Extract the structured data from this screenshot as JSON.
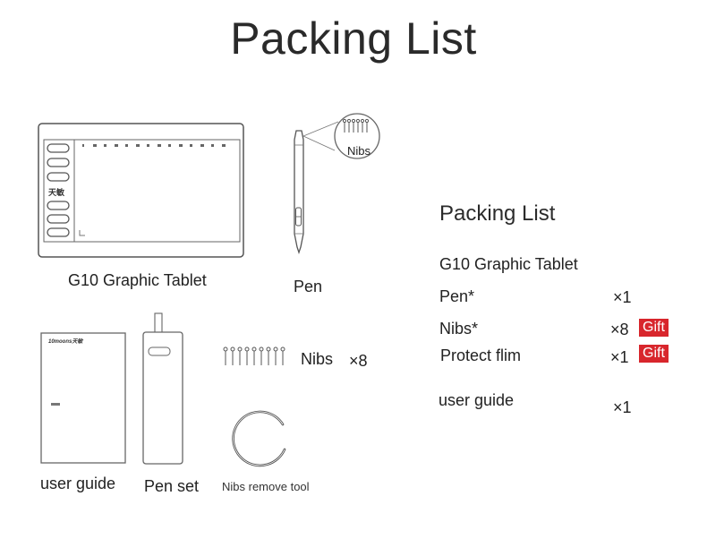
{
  "page": {
    "title": "Packing List"
  },
  "illustrations": {
    "tablet_label": "G10 Graphic Tablet",
    "tablet_brand_mark": "天敏",
    "pen_label": "Pen",
    "pen_callout": "Nibs",
    "guide_label": "user guide",
    "guide_brand_mark": "10moons天敏",
    "penset_label": "Pen set",
    "nibs_label": "Nibs",
    "nibs_qty": "×8",
    "remover_label": "Nibs remove tool"
  },
  "packing_list": {
    "title": "Packing List",
    "items": [
      {
        "name": "G10 Graphic Tablet",
        "qty": "",
        "badge": ""
      },
      {
        "name": "Pen*",
        "qty": "×1",
        "badge": ""
      },
      {
        "name": "Nibs*",
        "qty": "×8",
        "badge": "Gift"
      },
      {
        "name": "Protect flim",
        "qty": "×1",
        "badge": "Gift"
      },
      {
        "name": "user guide",
        "qty": "×1",
        "badge": ""
      }
    ]
  },
  "colors": {
    "gift_badge": "#d8262c",
    "line_art": "#555555"
  }
}
